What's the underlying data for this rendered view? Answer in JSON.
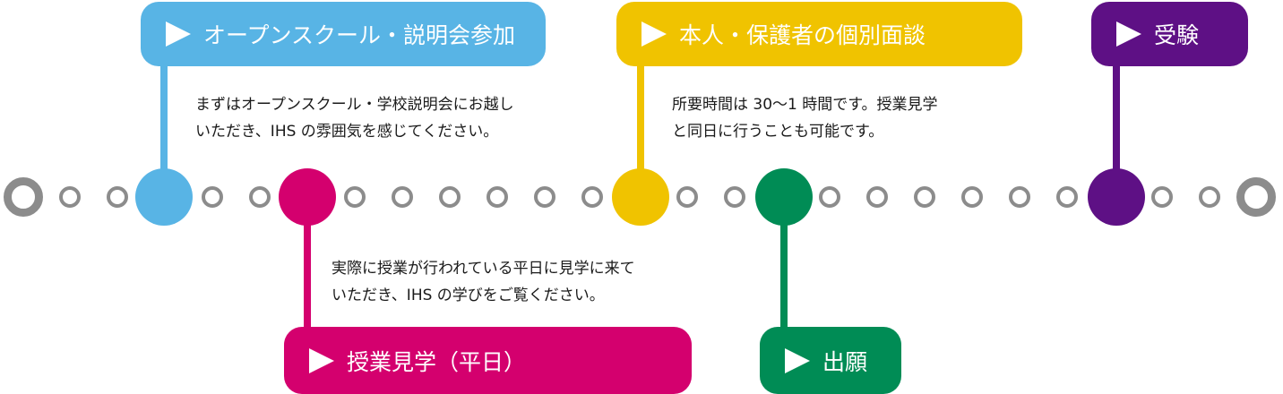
{
  "colors": {
    "timeline_ring": "#8c8c8c",
    "open_school": "#58b4e5",
    "class_visit": "#d4006e",
    "interview": "#f0c300",
    "application": "#008c55",
    "exam": "#5e1085"
  },
  "icons": {
    "step_marker": "play-triangle-icon"
  },
  "steps": {
    "open_school": {
      "label": "オープンスクール・説明会参加",
      "description": "まずはオープンスクール・学校説明会にお越し\nいただき、IHS の雰囲気を感じてください。"
    },
    "class_visit": {
      "label": "授業見学（平日）",
      "description": "実際に授業が行われている平日に見学に来て\nいただき、IHS の学びをご覧ください。"
    },
    "interview": {
      "label": "本人・保護者の個別面談",
      "description": "所要時間は 30〜1 時間です。授業見学\nと同日に行うことも可能です。"
    },
    "application": {
      "label": "出願"
    },
    "exam": {
      "label": "受験"
    }
  }
}
